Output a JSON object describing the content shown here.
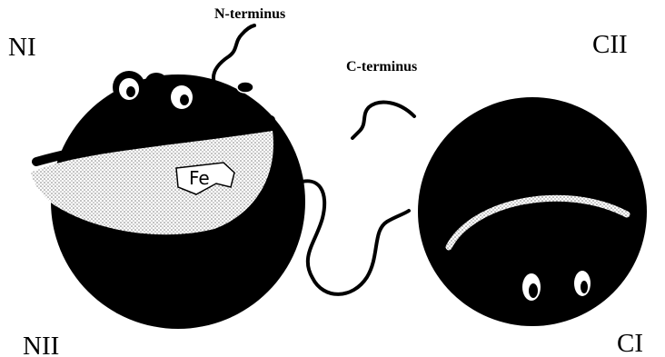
{
  "labels": {
    "ni": "NI",
    "nii": "NII",
    "cii": "CII",
    "ci": "CI",
    "n_terminus": "N-terminus",
    "c_terminus": "C-terminus",
    "fe": "Fe"
  },
  "colors": {
    "lobe": "#000000",
    "background": "#ffffff",
    "stipple": "#cfcfcf"
  }
}
